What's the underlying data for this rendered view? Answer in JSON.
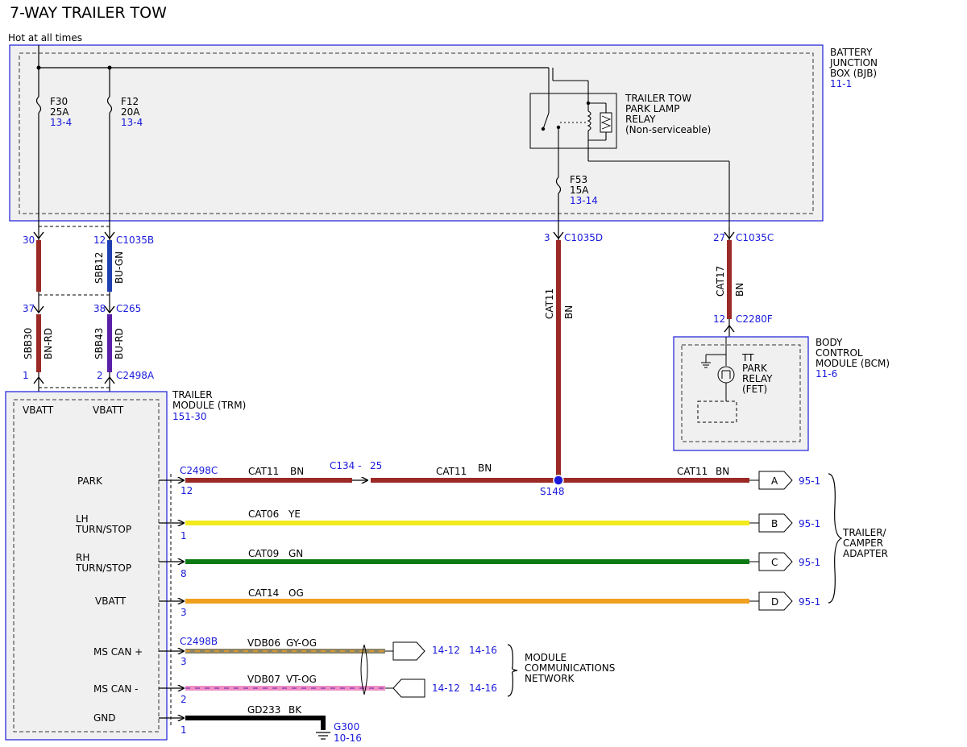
{
  "title": "7-WAY TRAILER TOW",
  "hot_label": "Hot at all times",
  "bjb": {
    "name_lines": [
      "BATTERY",
      "JUNCTION",
      "BOX (BJB)"
    ],
    "ref": "11-1",
    "fuses": [
      {
        "id": "F30",
        "amp": "25A",
        "ref": "13-4"
      },
      {
        "id": "F12",
        "amp": "20A",
        "ref": "13-4"
      },
      {
        "id": "F53",
        "amp": "15A",
        "ref": "13-14"
      }
    ],
    "relay_lines": [
      "TRAILER TOW",
      "PARK LAMP",
      "RELAY",
      "(Non-serviceable)"
    ]
  },
  "connectors": {
    "c1035b": {
      "pin_a": "30",
      "pin_b": "12",
      "name": "C1035B"
    },
    "c265": {
      "pin_a": "37",
      "pin_b": "38",
      "name": "C265"
    },
    "c2498a": {
      "pin_a": "1",
      "pin_b": "2",
      "name": "C2498A"
    },
    "c1035d": {
      "pin": "3",
      "name": "C1035D"
    },
    "c1035c": {
      "pin": "27",
      "name": "C1035C"
    },
    "c2280f": {
      "pin": "12",
      "name": "C2280F"
    },
    "c2498c": {
      "name": "C2498C"
    },
    "c2498b": {
      "name": "C2498B"
    },
    "c134": {
      "label": "C134 -",
      "pin": "25"
    },
    "s148": "S148"
  },
  "vertical_wires": {
    "sbb12": {
      "circuit": "SBB12",
      "color": "BU-GN"
    },
    "sbb30": {
      "circuit": "SBB30",
      "color": "BN-RD"
    },
    "sbb43": {
      "circuit": "SBB43",
      "color": "BU-RD"
    },
    "cat11": {
      "circuit": "CAT11",
      "color": "BN"
    },
    "cat17": {
      "circuit": "CAT17",
      "color": "BN"
    }
  },
  "bcm": {
    "name_lines": [
      "BODY",
      "CONTROL",
      "MODULE (BCM)"
    ],
    "ref": "11-6",
    "inner_lines": [
      "TT",
      "PARK",
      "RELAY",
      "(FET)"
    ]
  },
  "trm": {
    "name_lines": [
      "TRAILER",
      "MODULE (TRM)"
    ],
    "ref": "151-30",
    "vbatt_a": "VBATT",
    "vbatt_b": "VBATT",
    "pins": {
      "park": "PARK",
      "lh": [
        "LH",
        "TURN/STOP"
      ],
      "rh": [
        "RH",
        "TURN/STOP"
      ],
      "vbatt": "VBATT",
      "mscan_p": "MS CAN +",
      "mscan_m": "MS CAN -",
      "gnd": "GND"
    }
  },
  "outputs": [
    {
      "pin": "12",
      "circuit": "CAT11",
      "color": "BN",
      "letter": "A",
      "ref": "95-1"
    },
    {
      "pin": "1",
      "circuit": "CAT06",
      "color": "YE",
      "letter": "B",
      "ref": "95-1"
    },
    {
      "pin": "8",
      "circuit": "CAT09",
      "color": "GN",
      "letter": "C",
      "ref": "95-1"
    },
    {
      "pin": "3",
      "circuit": "CAT14",
      "color": "OG",
      "letter": "D",
      "ref": "95-1"
    }
  ],
  "park_segments": {
    "seg2": {
      "circuit": "CAT11",
      "color": "BN"
    },
    "seg3": {
      "circuit": "CAT11",
      "color": "BN"
    }
  },
  "adapter_lines": [
    "TRAILER/",
    "CAMPER",
    "ADAPTER"
  ],
  "can": [
    {
      "pin": "3",
      "circuit": "VDB06",
      "color": "GY-OG",
      "ref1": "14-12",
      "ref2": "14-16"
    },
    {
      "pin": "2",
      "circuit": "VDB07",
      "color": "VT-OG",
      "ref1": "14-12",
      "ref2": "14-16"
    }
  ],
  "network_lines": [
    "MODULE",
    "COMMUNICATIONS",
    "NETWORK"
  ],
  "gnd": {
    "pin": "1",
    "circuit": "GD233",
    "color": "BK",
    "ground": "G300",
    "ref": "10-16"
  },
  "wire_colors": {
    "brown": "#9b2a26",
    "blue": "#1f3fb0",
    "violet": "#5a1fa8",
    "yellow": "#f2ea1c",
    "green": "#0e7a16",
    "orange": "#f0a020",
    "gray": "#8c8466",
    "pink": "#ef8fc4",
    "black": "#000000",
    "box_border": "#1a1adb",
    "box_fill": "#f0f0f0",
    "label_blue": "#1a1adb"
  }
}
